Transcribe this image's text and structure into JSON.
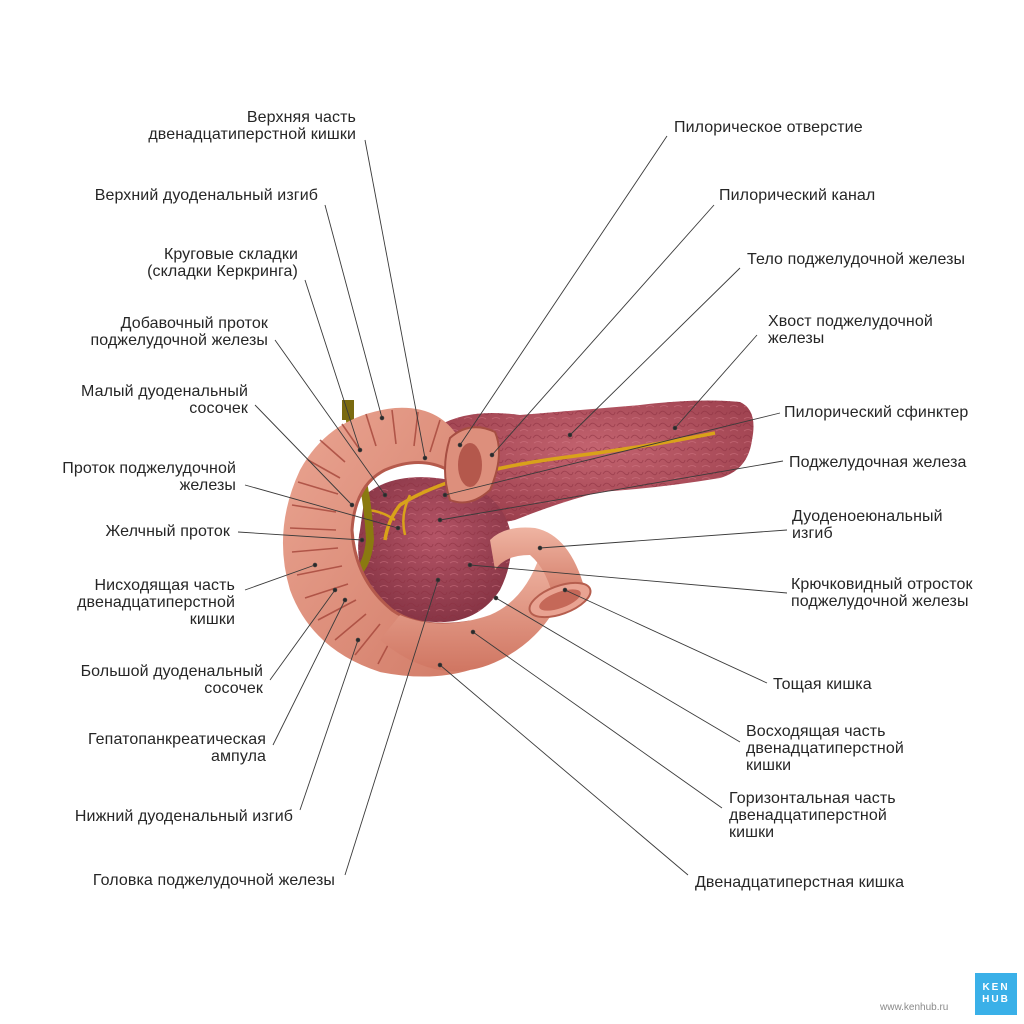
{
  "labels": {
    "upper_part": [
      "Верхняя часть",
      "двенадцатиперстной кишки"
    ],
    "upper_flexure": [
      "Верхний дуоденальный изгиб"
    ],
    "circular_folds": [
      "Круговые складки",
      "(складки Керкринга)"
    ],
    "accessory_duct": [
      "Добавочный проток",
      "поджелудочной железы"
    ],
    "minor_papilla": [
      "Малый дуоденальный",
      "сосочек"
    ],
    "pancreatic_duct": [
      "Проток поджелудочной",
      "железы"
    ],
    "bile_duct": [
      "Желчный проток"
    ],
    "descending_part": [
      "Нисходящая часть",
      "двенадцатиперстной",
      "кишки"
    ],
    "major_papilla": [
      "Большой дуоденальный",
      "сосочек"
    ],
    "ampulla": [
      "Гепатопанкреатическая",
      "ампула"
    ],
    "lower_flexure": [
      "Нижний дуоденальный изгиб"
    ],
    "pancreas_head": [
      "Головка поджелудочной железы"
    ],
    "pyloric_orifice": [
      "Пилорическое отверстие"
    ],
    "pyloric_canal": [
      "Пилорический канал"
    ],
    "pancreas_body": [
      "Тело поджелудочной железы"
    ],
    "pancreas_tail": [
      "Хвост поджелудочной",
      "железы"
    ],
    "pyloric_sphincter": [
      "Пилорический сфинктер"
    ],
    "pancreas": [
      "Поджелудочная железа"
    ],
    "duodenojejunal_flexure": [
      "Дуоденоеюнальный",
      "изгиб"
    ],
    "uncinate_process": [
      "Крючковидный отросток",
      "поджелудочной железы"
    ],
    "jejunum": [
      "Тощая кишка"
    ],
    "ascending_part": [
      "Восходящая часть",
      "двенадцатиперстной",
      "кишки"
    ],
    "horizontal_part": [
      "Горизонтальная часть",
      "двенадцатиперстной",
      "кишки"
    ],
    "duodenum": [
      "Двенадцатиперстная кишка"
    ]
  },
  "colors": {
    "leader": "#3a3a3a",
    "duodenum": "#d98a78",
    "duodenum_inner": "#e9ab98",
    "pancreas": "#b2505c",
    "pancreas_dark": "#8e3644",
    "duct": "#d9a21a",
    "bile": "#8a7a10",
    "logo_bg": "#3ab0e8"
  },
  "logo": {
    "line1": "KEN",
    "line2": "HUB"
  },
  "site": "www.kenhub.ru"
}
